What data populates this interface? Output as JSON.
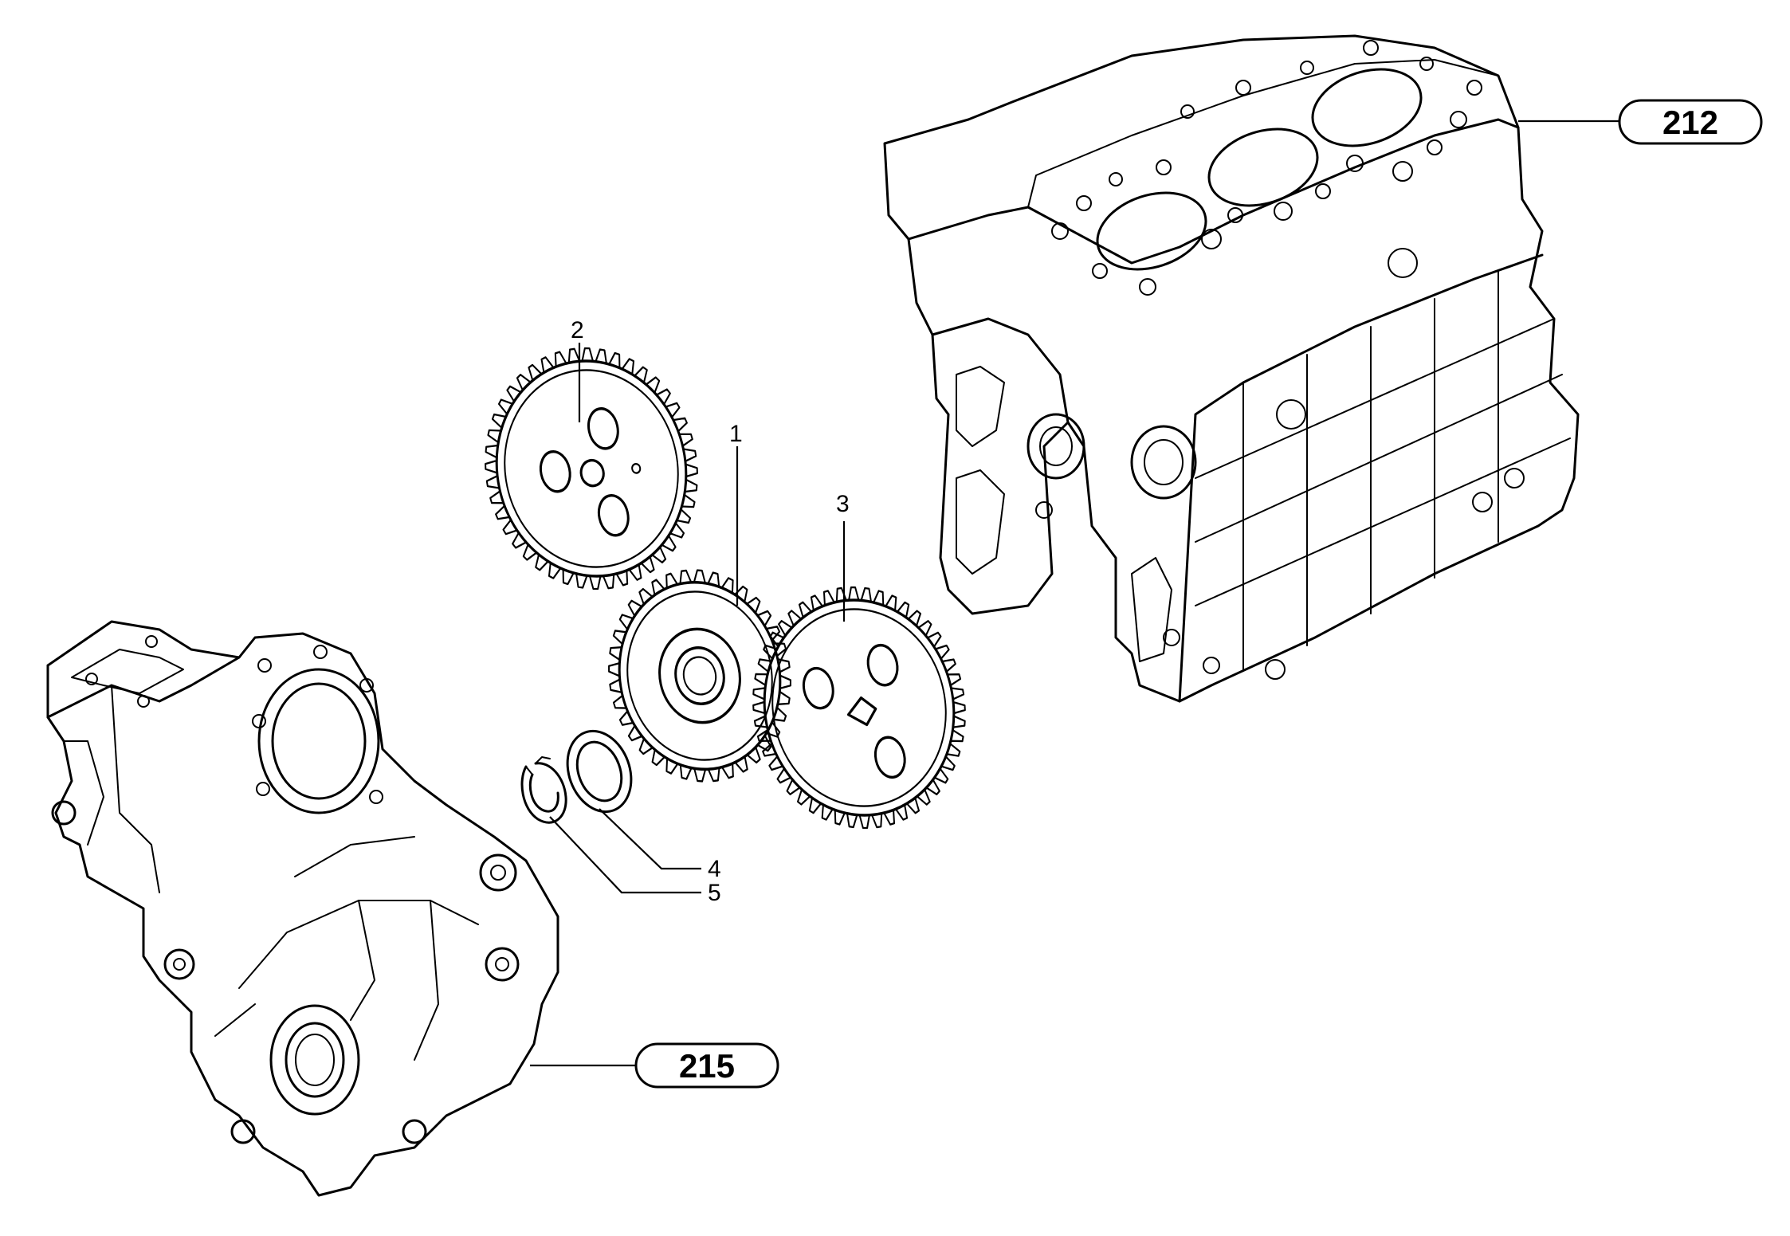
{
  "callouts": {
    "part1": "1",
    "part2": "2",
    "part3": "3",
    "part4": "4",
    "part5": "5"
  },
  "references": {
    "block": "212",
    "cover": "215"
  }
}
